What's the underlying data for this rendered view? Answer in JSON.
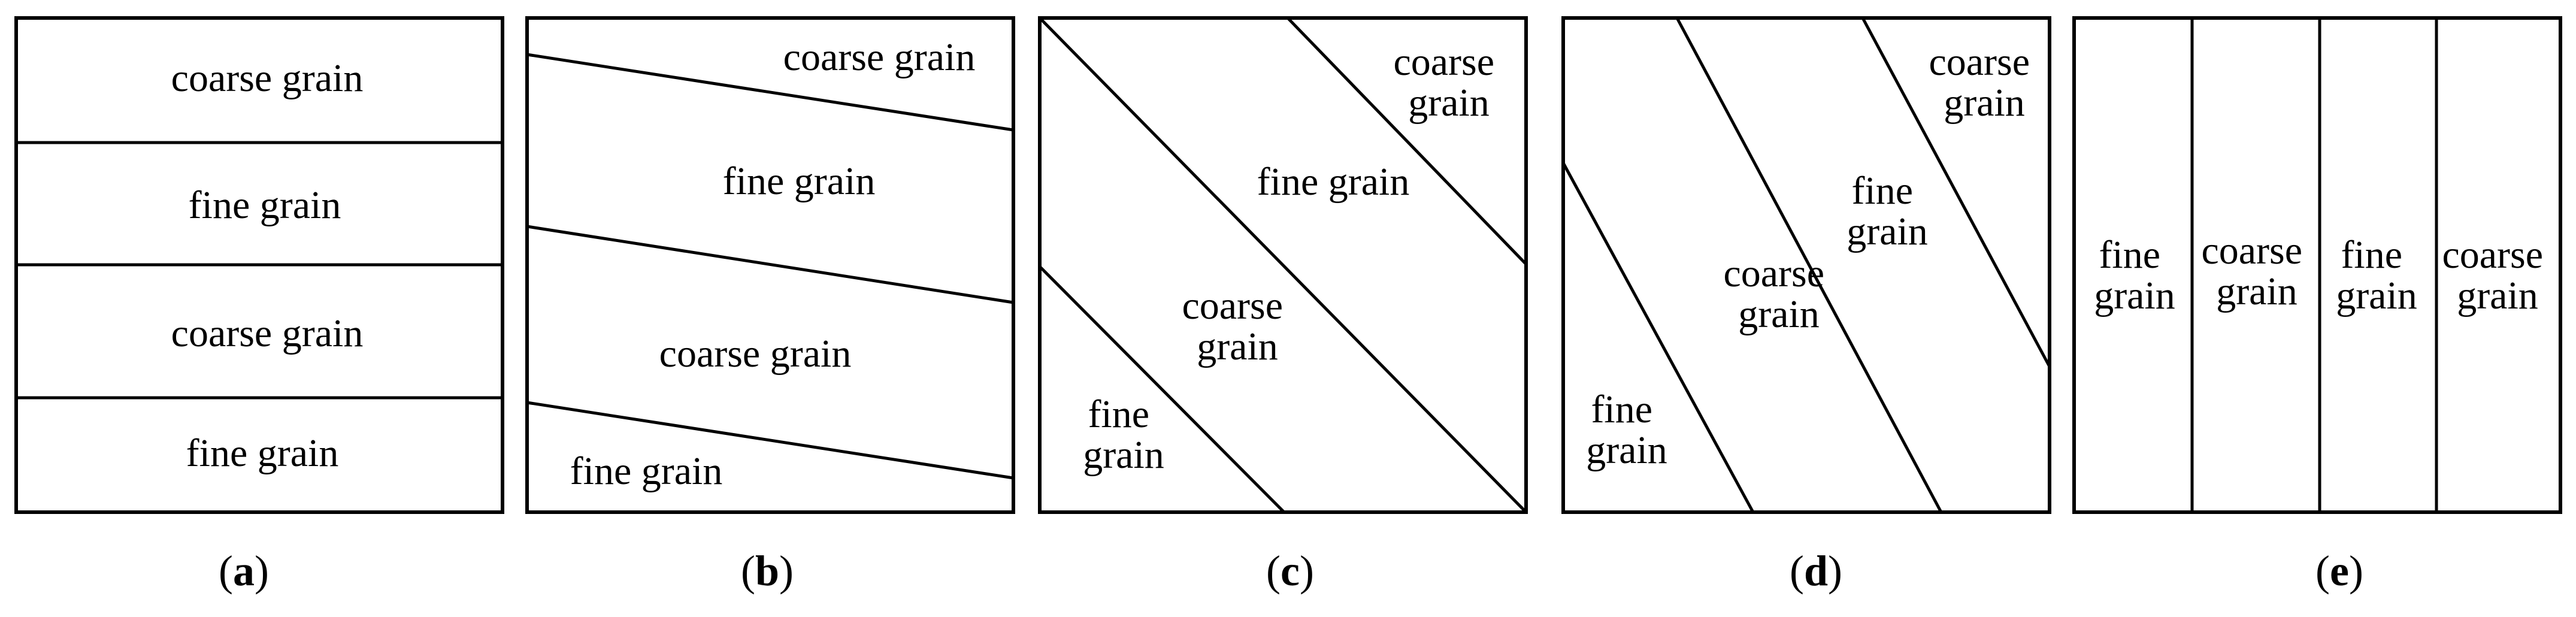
{
  "panels": [
    {
      "id": "a",
      "caption": "a",
      "regions": [
        {
          "lines": [
            "coarse grain"
          ]
        },
        {
          "lines": [
            "fine grain"
          ]
        },
        {
          "lines": [
            "coarse grain"
          ]
        },
        {
          "lines": [
            "fine grain"
          ]
        }
      ]
    },
    {
      "id": "b",
      "caption": "b",
      "regions": [
        {
          "lines": [
            "coarse grain"
          ]
        },
        {
          "lines": [
            "fine grain"
          ]
        },
        {
          "lines": [
            "coarse grain"
          ]
        },
        {
          "lines": [
            "fine grain"
          ]
        }
      ]
    },
    {
      "id": "c",
      "caption": "c",
      "regions": [
        {
          "lines": [
            "coarse",
            "grain"
          ]
        },
        {
          "lines": [
            "fine grain"
          ]
        },
        {
          "lines": [
            "coarse",
            "grain"
          ]
        },
        {
          "lines": [
            "fine",
            "grain"
          ]
        }
      ]
    },
    {
      "id": "d",
      "caption": "d",
      "regions": [
        {
          "lines": [
            "coarse",
            "grain"
          ]
        },
        {
          "lines": [
            "fine",
            "grain"
          ]
        },
        {
          "lines": [
            "coarse",
            "grain"
          ]
        },
        {
          "lines": [
            "fine",
            "grain"
          ]
        }
      ]
    },
    {
      "id": "e",
      "caption": "e",
      "regions": [
        {
          "lines": [
            "fine",
            "grain"
          ]
        },
        {
          "lines": [
            "coarse",
            "grain"
          ]
        },
        {
          "lines": [
            "fine",
            "grain"
          ]
        },
        {
          "lines": [
            "coarse",
            "grain"
          ]
        }
      ]
    }
  ],
  "caption_open": "(",
  "caption_close": ")"
}
